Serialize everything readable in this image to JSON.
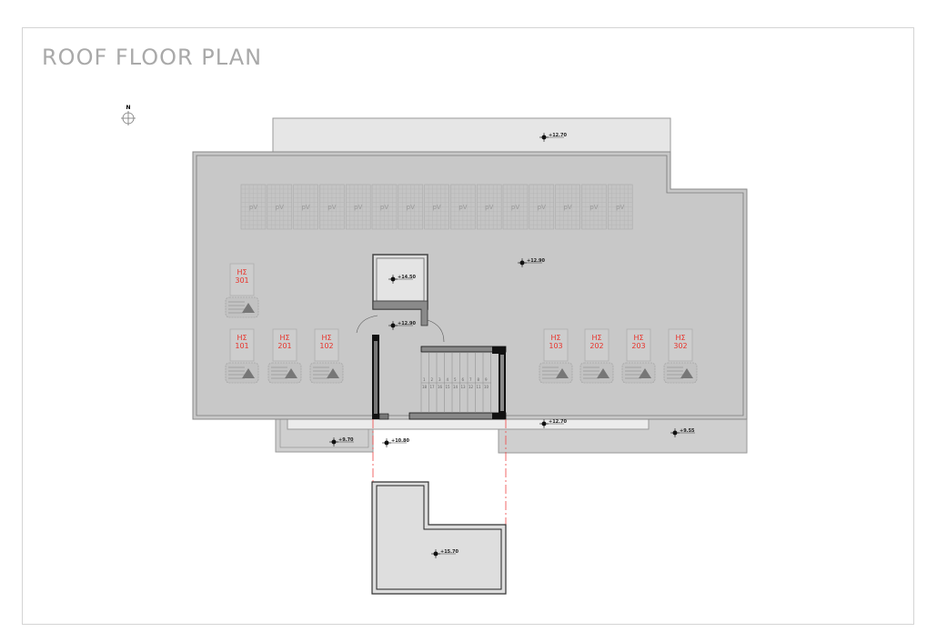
{
  "title": "ROOF FLOOR PLAN",
  "north_label": "N",
  "pv_label": "pV",
  "pv_count": 15,
  "unit_prefix": "HΣ",
  "units": [
    "301",
    "101",
    "201",
    "102",
    "103",
    "202",
    "203",
    "302"
  ],
  "stair_numbers_top": [
    "1",
    "2",
    "3",
    "4",
    "5",
    "6",
    "7",
    "8",
    "9"
  ],
  "stair_numbers_bottom": [
    "18",
    "17",
    "16",
    "15",
    "14",
    "13",
    "12",
    "11",
    "10"
  ],
  "levels": {
    "top_terrace": "+12.70",
    "main_roof": "+12.90",
    "elevator": "+14.50",
    "stair_landing": "+12.90",
    "front_strip": "+12.70",
    "right_lower": "+9.55",
    "left_lower": "+9.70",
    "entrance": "+10.80",
    "upper_roof": "+15.70"
  },
  "colors": {
    "unit_text": "#e8322a",
    "roof": "#c8c8c8",
    "terrace": "#e6e6e6"
  }
}
